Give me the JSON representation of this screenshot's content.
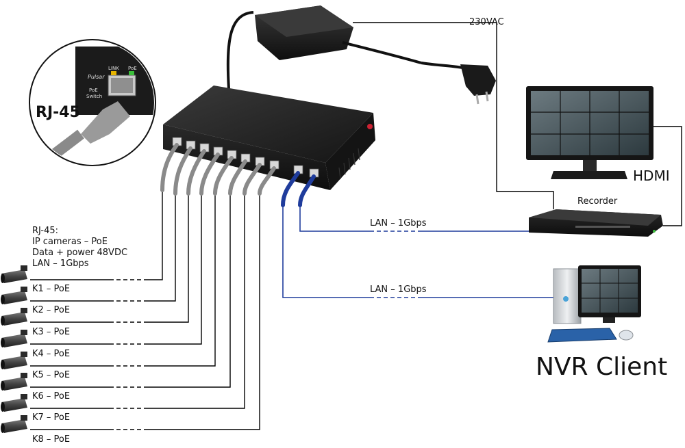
{
  "power": {
    "label": "230VAC"
  },
  "rj45_callout": {
    "label": "RJ-45",
    "switch_brand": "Pulsar",
    "link_label": "LINK",
    "poe_label": "PoE",
    "switch_word_1": "PoE",
    "switch_word_2": "Switch"
  },
  "camera_note": {
    "lines": [
      "RJ-45:",
      "IP cameras – PoE",
      "Data + power 48VDC",
      "LAN – 1Gbps"
    ]
  },
  "cameras": [
    {
      "label": "K1 – PoE"
    },
    {
      "label": "K2 – PoE"
    },
    {
      "label": "K3 – PoE"
    },
    {
      "label": "K4 – PoE"
    },
    {
      "label": "K5 – PoE"
    },
    {
      "label": "K6 – PoE"
    },
    {
      "label": "K7 – PoE"
    },
    {
      "label": "K8 – PoE"
    }
  ],
  "recorder": {
    "label": "Recorder",
    "hdmi_label": "HDMI",
    "lan_label": "LAN – 1Gbps"
  },
  "client": {
    "label": "NVR Client",
    "lan_label": "LAN – 1Gbps"
  },
  "colors": {
    "uplink_cable": "#1f3c9c",
    "camera_cable": "#8a8a8a",
    "device_body": "#1c1c1c",
    "line": "#000000"
  }
}
